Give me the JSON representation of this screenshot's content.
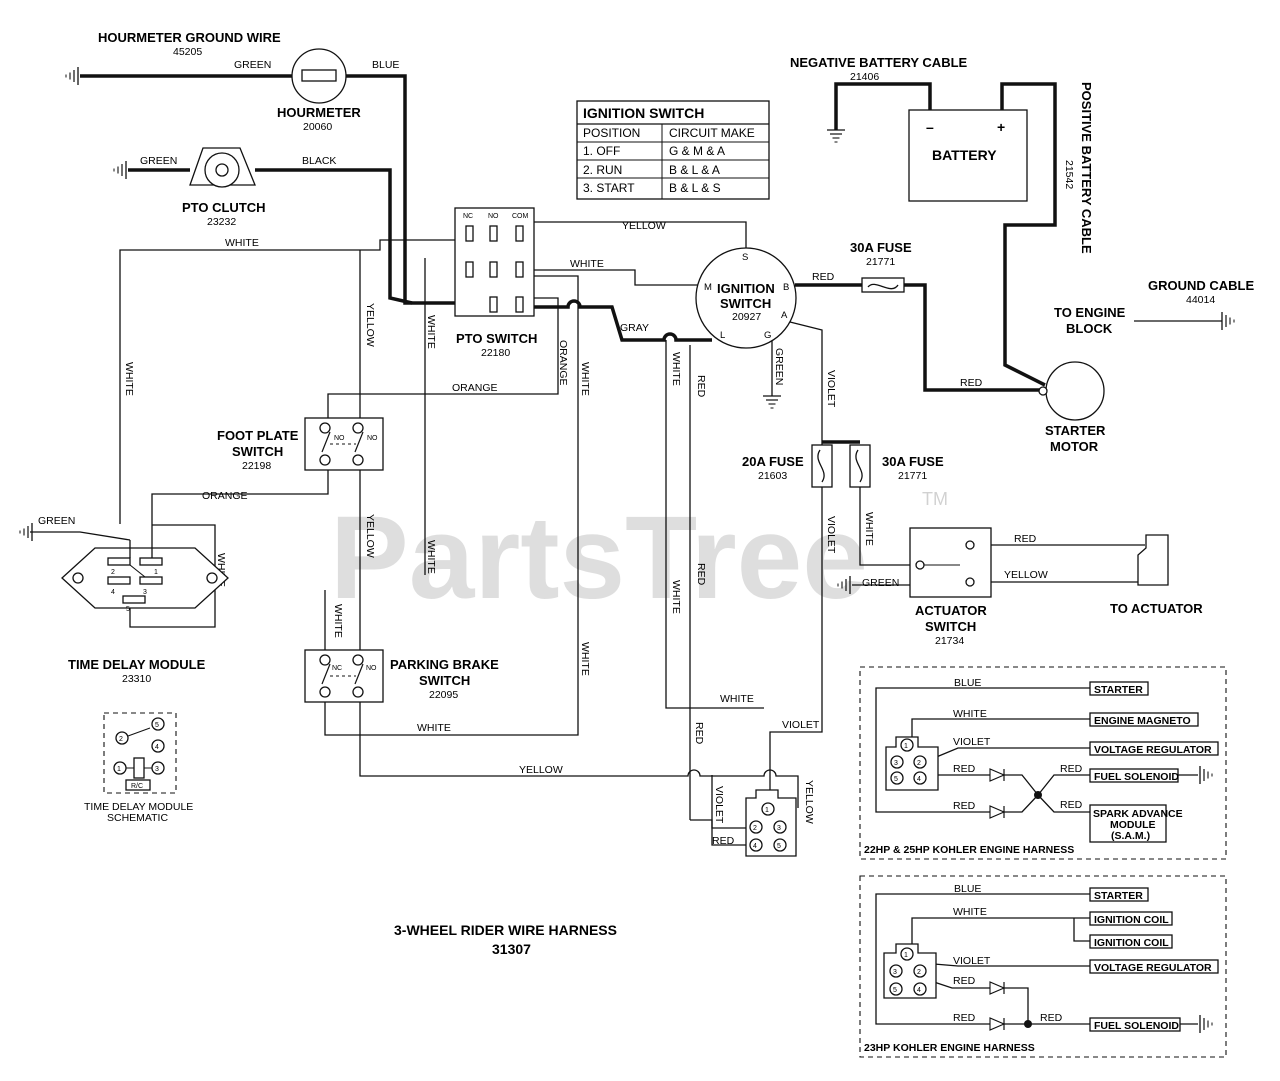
{
  "watermark": {
    "text": "PartsTree",
    "tm": "TM"
  },
  "title": {
    "line1": "3-WHEEL RIDER WIRE HARNESS",
    "line2": "31307"
  },
  "components": {
    "hourmeter_ground": {
      "name": "HOURMETER GROUND WIRE",
      "part": "45205"
    },
    "hourmeter": {
      "name": "HOURMETER",
      "part": "20060"
    },
    "pto_clutch": {
      "name": "PTO CLUTCH",
      "part": "23232"
    },
    "pto_switch": {
      "name": "PTO SWITCH",
      "part": "22180",
      "pins": [
        "NC",
        "NO",
        "COM"
      ]
    },
    "ignition": {
      "name_line1": "IGNITION",
      "name_line2": "SWITCH",
      "part": "20927",
      "terminals": [
        "S",
        "M",
        "B",
        "A",
        "L",
        "G"
      ]
    },
    "neg_cable": {
      "name": "NEGATIVE BATTERY CABLE",
      "part": "21406"
    },
    "battery": {
      "name": "BATTERY",
      "minus": "–",
      "plus": "+"
    },
    "pos_cable": {
      "name": "POSITIVE BATTERY CABLE",
      "part": "21542"
    },
    "fuse_b": {
      "name": "30A FUSE",
      "part": "21771"
    },
    "ground_cable": {
      "name": "GROUND CABLE",
      "part": "44014"
    },
    "engine_block": {
      "line1": "TO ENGINE",
      "line2": "BLOCK"
    },
    "starter": {
      "line1": "STARTER",
      "line2": "MOTOR"
    },
    "foot_plate": {
      "line1": "FOOT PLATE",
      "line2": "SWITCH",
      "part": "22198",
      "pins": [
        "NO",
        "NO"
      ]
    },
    "fuse_20": {
      "name": "20A FUSE",
      "part": "21603"
    },
    "fuse_30": {
      "name": "30A FUSE",
      "part": "21771"
    },
    "actuator_switch": {
      "line1": "ACTUATOR",
      "line2": "SWITCH",
      "part": "21734"
    },
    "to_actuator": {
      "name": "TO ACTUATOR"
    },
    "time_delay": {
      "name": "TIME DELAY MODULE",
      "part": "23310",
      "pins": [
        "2",
        "1",
        "4",
        "3",
        "5"
      ]
    },
    "td_schematic": {
      "line1": "TIME DELAY MODULE",
      "line2": "SCHEMATIC",
      "pins": [
        "5",
        "2",
        "4",
        "1",
        "3"
      ],
      "rc": "R/C"
    },
    "parking_brake": {
      "line1": "PARKING BRAKE",
      "line2": "SWITCH",
      "part": "22095",
      "pins": [
        "NC",
        "NO"
      ]
    },
    "engine_connector": {
      "pins": [
        "1",
        "2",
        "3",
        "4",
        "5"
      ]
    }
  },
  "ignition_table": {
    "title": "IGNITION SWITCH",
    "headers": [
      "POSITION",
      "CIRCUIT MAKE"
    ],
    "rows": [
      [
        "1. OFF",
        "G & M & A"
      ],
      [
        "2. RUN",
        "B & L & A"
      ],
      [
        "3. START",
        "B & L & S"
      ]
    ]
  },
  "wires": {
    "green": "GREEN",
    "blue": "BLUE",
    "black": "BLACK",
    "white": "WHITE",
    "yellow": "YELLOW",
    "orange": "ORANGE",
    "gray": "GRAY",
    "red": "RED",
    "violet": "VIOLET"
  },
  "harness_22_25": {
    "title": "22HP & 25HP KOHLER ENGINE HARNESS",
    "wires": [
      "BLUE",
      "WHITE",
      "VIOLET",
      "RED",
      "RED",
      "RED",
      "RED"
    ],
    "boxes": [
      "STARTER",
      "ENGINE MAGNETO",
      "VOLTAGE REGULATOR",
      "FUEL SOLENOID"
    ],
    "sam": [
      "SPARK ADVANCE",
      "MODULE",
      "(S.A.M.)"
    ],
    "pins": [
      "1",
      "2",
      "3",
      "4",
      "5"
    ]
  },
  "harness_23": {
    "title": "23HP KOHLER ENGINE HARNESS",
    "wires": [
      "BLUE",
      "WHITE",
      "VIOLET",
      "RED",
      "RED",
      "RED"
    ],
    "boxes": [
      "STARTER",
      "IGNITION COIL",
      "IGNITION COIL",
      "VOLTAGE REGULATOR",
      "FUEL SOLENOID"
    ],
    "pins": [
      "1",
      "2",
      "3",
      "4",
      "5"
    ]
  }
}
